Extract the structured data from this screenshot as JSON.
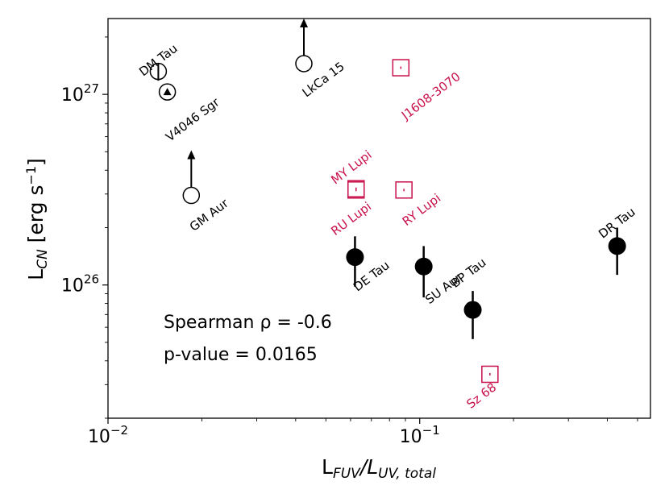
{
  "chart_data": {
    "type": "scatter",
    "title": "",
    "xlabel_main": "L",
    "xlabel_sub": "FUV",
    "xlabel_div": "/L",
    "xlabel_sub2": "UV, total",
    "ylabel_main": "L",
    "ylabel_sub": "CN",
    "ylabel_units": " [erg s",
    "ylabel_exp": "−1",
    "ylabel_close": "]",
    "xscale": "log",
    "yscale": "log",
    "xlim": [
      0.01,
      0.55
    ],
    "ylim": [
      2e+25,
      2.5e+27
    ],
    "x_ticks": [
      {
        "value": 0.01,
        "base": "10",
        "exp": "−2"
      },
      {
        "value": 0.1,
        "base": "10",
        "exp": "−1"
      }
    ],
    "y_ticks": [
      {
        "value": 1e+26,
        "base": "10",
        "exp": "26"
      },
      {
        "value": 1e+27,
        "base": "10",
        "exp": "27"
      }
    ],
    "colors": {
      "black": "#000000",
      "crimson": "#c8104a"
    },
    "annotations": [
      {
        "text": "Spearman ρ =  -0.6"
      },
      {
        "text": "p-value = 0.0165"
      }
    ],
    "series": [
      {
        "points": [
          {
            "name": "DM Tau",
            "x": 0.0145,
            "y": 1.32e+27,
            "yerr_low": 1.18e+27,
            "yerr_high": 1.45e+27
          },
          {
            "name": "V4046 Sgr",
            "x": 0.0155,
            "y": 1.03e+27,
            "arrow": "up_small"
          },
          {
            "name": "LkCa 15",
            "x": 0.0425,
            "y": 1.45e+27,
            "arrow": "up"
          },
          {
            "name": "GM Aur",
            "x": 0.0185,
            "y": 2.95e+26,
            "arrow": "up"
          }
        ]
      },
      {
        "points": [
          {
            "name": "DE Tau",
            "x": 0.062,
            "y": 1.4e+26,
            "yerr_low": 9.8e+25,
            "yerr_high": 1.8e+26
          },
          {
            "name": "SU Aur",
            "x": 0.103,
            "y": 1.25e+26,
            "yerr_low": 8.6e+25,
            "yerr_high": 1.6e+26
          },
          {
            "name": "BP Tau",
            "x": 0.148,
            "y": 7.4e+25,
            "yerr_low": 5.2e+25,
            "yerr_high": 9.3e+25
          },
          {
            "name": "DR Tau",
            "x": 0.43,
            "y": 1.6e+26,
            "yerr_low": 1.13e+26,
            "yerr_high": 2e+26
          }
        ]
      },
      {
        "points": [
          {
            "name": "J1608-3070",
            "x": 0.087,
            "y": 1.38e+27
          },
          {
            "name": "MY Lupi",
            "x": 0.0625,
            "y": 3.2e+26
          },
          {
            "name": "RY Lupi",
            "x": 0.089,
            "y": 3.15e+26
          },
          {
            "name": "RU Lupi",
            "x": 0.0625,
            "y": 3.15e+26
          },
          {
            "name": "Sz 68",
            "x": 0.168,
            "y": 3.4e+25
          }
        ]
      }
    ]
  }
}
